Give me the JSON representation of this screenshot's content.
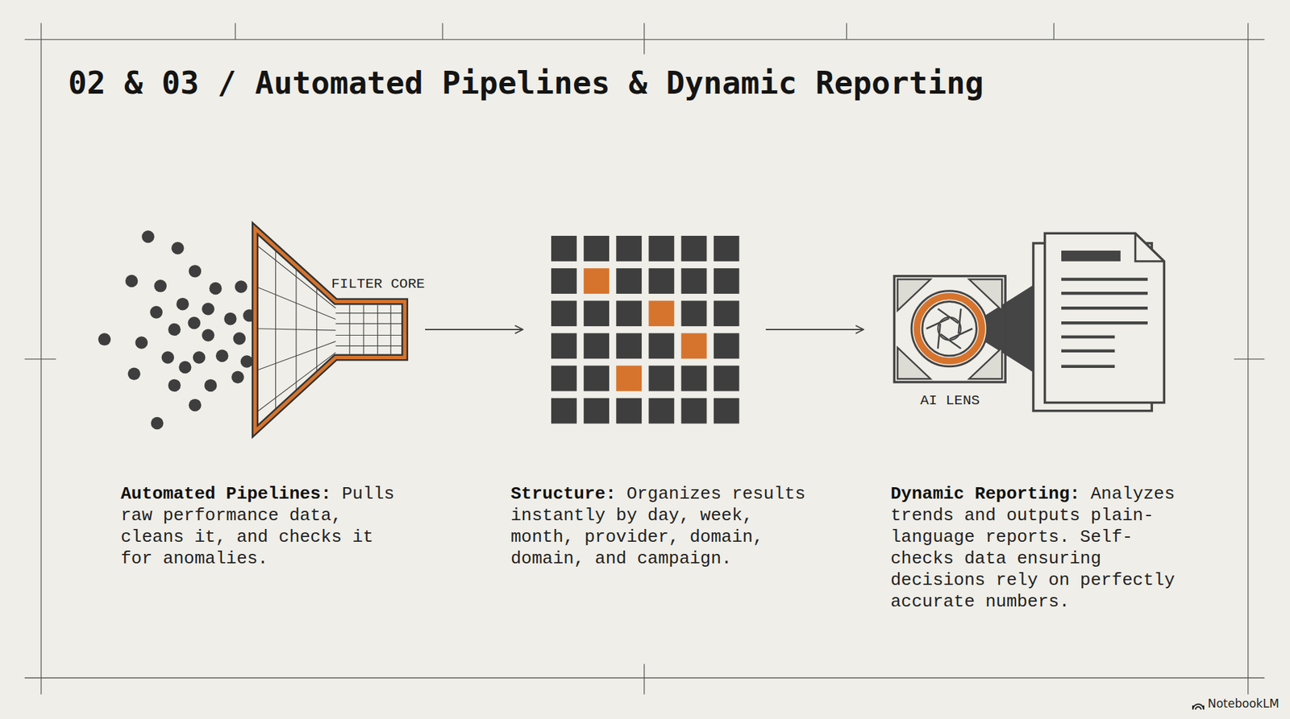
{
  "diagram": {
    "title": "02 & 03 / Automated Pipelines & Dynamic Reporting",
    "nodes": [
      {
        "text": [
          "Automated Pipelines:",
          "Pulls raw performance data, cleans it, and checks it for anomalies."
        ]
      },
      {
        "text": [
          "Structure:",
          "Organizes results instantly by day, week, month, provider, domain, domain, and campaign."
        ]
      },
      {
        "text": [
          "Dynamic Reporting:",
          "Analyzes trends and outputs plain-language reports. Self-checks data ensuring decisions rely on perfectly accurate numbers."
        ]
      }
    ],
    "edges": [
      {
        "from": 0,
        "to": 1,
        "arrow": "to"
      },
      {
        "from": 1,
        "to": 2,
        "arrow": "to"
      }
    ],
    "labels": [
      "FILTER CORE",
      "AI LENS",
      "NotebookLM"
    ]
  }
}
